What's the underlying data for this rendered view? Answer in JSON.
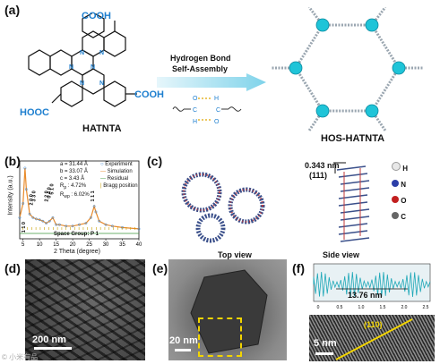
{
  "panels": {
    "a": {
      "label": "(a)",
      "left_molecule_name": "HATNTA",
      "right_molecule_name": "HOS-HATNTA",
      "groups": [
        "COOH",
        "COOH",
        "HOOC"
      ],
      "arrow_text_line1": "Hydrogen Bond",
      "arrow_text_line2": "Self-Assembly",
      "hbond_atoms": [
        "O",
        "H",
        "O",
        "C",
        "C",
        "O",
        "H",
        "O"
      ]
    },
    "b": {
      "label": "(b)",
      "xlabel": "2 Theta (degree)",
      "ylabel": "Intensity (a.u.)",
      "lattice": [
        "a = 31.44 Å",
        "b = 33.07 Å",
        "c = 3.43 Å",
        "R",
        "p",
        " : 4.72%",
        "R",
        "wp",
        " : 6.02%"
      ],
      "legend": [
        "Experiment",
        "Simulation",
        "Residual",
        "Bragg position"
      ],
      "space_group": "Space Group: P 1",
      "peak_labels": [
        "1 1 0",
        "2 0 0",
        "3 3 0",
        "2 2 0",
        "0 4 0",
        "5 1 0",
        "1 1 1"
      ],
      "x_ticks": [
        "5",
        "10",
        "15",
        "20",
        "25",
        "30",
        "35",
        "40"
      ]
    },
    "c": {
      "label": "(c)",
      "top_view": "Top view",
      "side_view": "Side view",
      "spacing": "0.343 nm",
      "plane": "(111)",
      "legend_atoms": [
        "H",
        "N",
        "O",
        "C"
      ]
    },
    "d": {
      "label": "(d)",
      "scale": "200 nm",
      "watermark": "© 小米有品"
    },
    "e": {
      "label": "(e)",
      "scale": "20 nm"
    },
    "f": {
      "label": "(f)",
      "profile_distance": "13.76 nm",
      "plane": "(110)",
      "scale": "5 nm",
      "axis_ticks": [
        "0",
        "0.5",
        "1.0",
        "1.5",
        "2.0",
        "2.5"
      ]
    }
  },
  "chart_data": {
    "type": "line",
    "title": "",
    "xlabel": "2 Theta (degree)",
    "ylabel": "Intensity (a.u.)",
    "xlim": [
      4,
      40
    ],
    "series": [
      {
        "name": "Experiment",
        "x": [
          4,
          5,
          5.6,
          6,
          7,
          8,
          9,
          10,
          11,
          12,
          13,
          14,
          15,
          16,
          18,
          20,
          22,
          24,
          25.5,
          26.5,
          27,
          28,
          30,
          32,
          35,
          40
        ],
        "y": [
          0.3,
          0.5,
          1.0,
          0.7,
          0.35,
          0.3,
          0.28,
          0.27,
          0.25,
          0.22,
          0.25,
          0.3,
          0.2,
          0.2,
          0.18,
          0.18,
          0.2,
          0.22,
          0.3,
          0.46,
          0.38,
          0.25,
          0.2,
          0.18,
          0.16,
          0.14
        ]
      },
      {
        "name": "Residual",
        "x": [
          4,
          40
        ],
        "y": [
          0.02,
          0.02
        ]
      }
    ]
  }
}
